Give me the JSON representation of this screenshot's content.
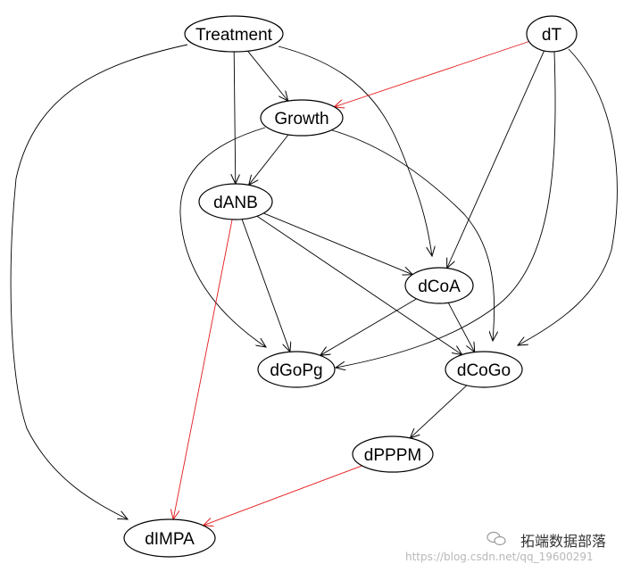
{
  "diagram": {
    "type": "directed-graph",
    "nodes": [
      {
        "id": "Treatment",
        "label": "Treatment"
      },
      {
        "id": "dT",
        "label": "dT"
      },
      {
        "id": "Growth",
        "label": "Growth"
      },
      {
        "id": "dANB",
        "label": "dANB"
      },
      {
        "id": "dCoA",
        "label": "dCoA"
      },
      {
        "id": "dGoPg",
        "label": "dGoPg"
      },
      {
        "id": "dCoGo",
        "label": "dCoGo"
      },
      {
        "id": "dPPPM",
        "label": "dPPPM"
      },
      {
        "id": "dIMPA",
        "label": "dIMPA"
      }
    ],
    "edges": [
      {
        "from": "Treatment",
        "to": "Growth",
        "color": "#000000"
      },
      {
        "from": "Treatment",
        "to": "dANB",
        "color": "#000000"
      },
      {
        "from": "Treatment",
        "to": "dCoA",
        "color": "#000000"
      },
      {
        "from": "Treatment",
        "to": "dIMPA",
        "color": "#000000"
      },
      {
        "from": "dT",
        "to": "Growth",
        "color": "#e31a1c"
      },
      {
        "from": "dT",
        "to": "dCoA",
        "color": "#000000"
      },
      {
        "from": "dT",
        "to": "dGoPg",
        "color": "#000000"
      },
      {
        "from": "dT",
        "to": "dCoGo",
        "color": "#000000"
      },
      {
        "from": "Growth",
        "to": "dANB",
        "color": "#000000"
      },
      {
        "from": "Growth",
        "to": "dGoPg",
        "color": "#000000"
      },
      {
        "from": "Growth",
        "to": "dCoGo",
        "color": "#000000"
      },
      {
        "from": "dANB",
        "to": "dCoA",
        "color": "#000000"
      },
      {
        "from": "dANB",
        "to": "dGoPg",
        "color": "#000000"
      },
      {
        "from": "dANB",
        "to": "dCoGo",
        "color": "#000000"
      },
      {
        "from": "dANB",
        "to": "dIMPA",
        "color": "#e31a1c"
      },
      {
        "from": "dCoA",
        "to": "dGoPg",
        "color": "#000000"
      },
      {
        "from": "dCoA",
        "to": "dCoGo",
        "color": "#000000"
      },
      {
        "from": "dCoGo",
        "to": "dPPPM",
        "color": "#000000"
      },
      {
        "from": "dPPPM",
        "to": "dIMPA",
        "color": "#e31a1c"
      }
    ]
  },
  "watermark": {
    "brand": "拓端数据部落",
    "url": "https://blog.csdn.net/qq_19600291",
    "icon": "wechat-icon"
  }
}
